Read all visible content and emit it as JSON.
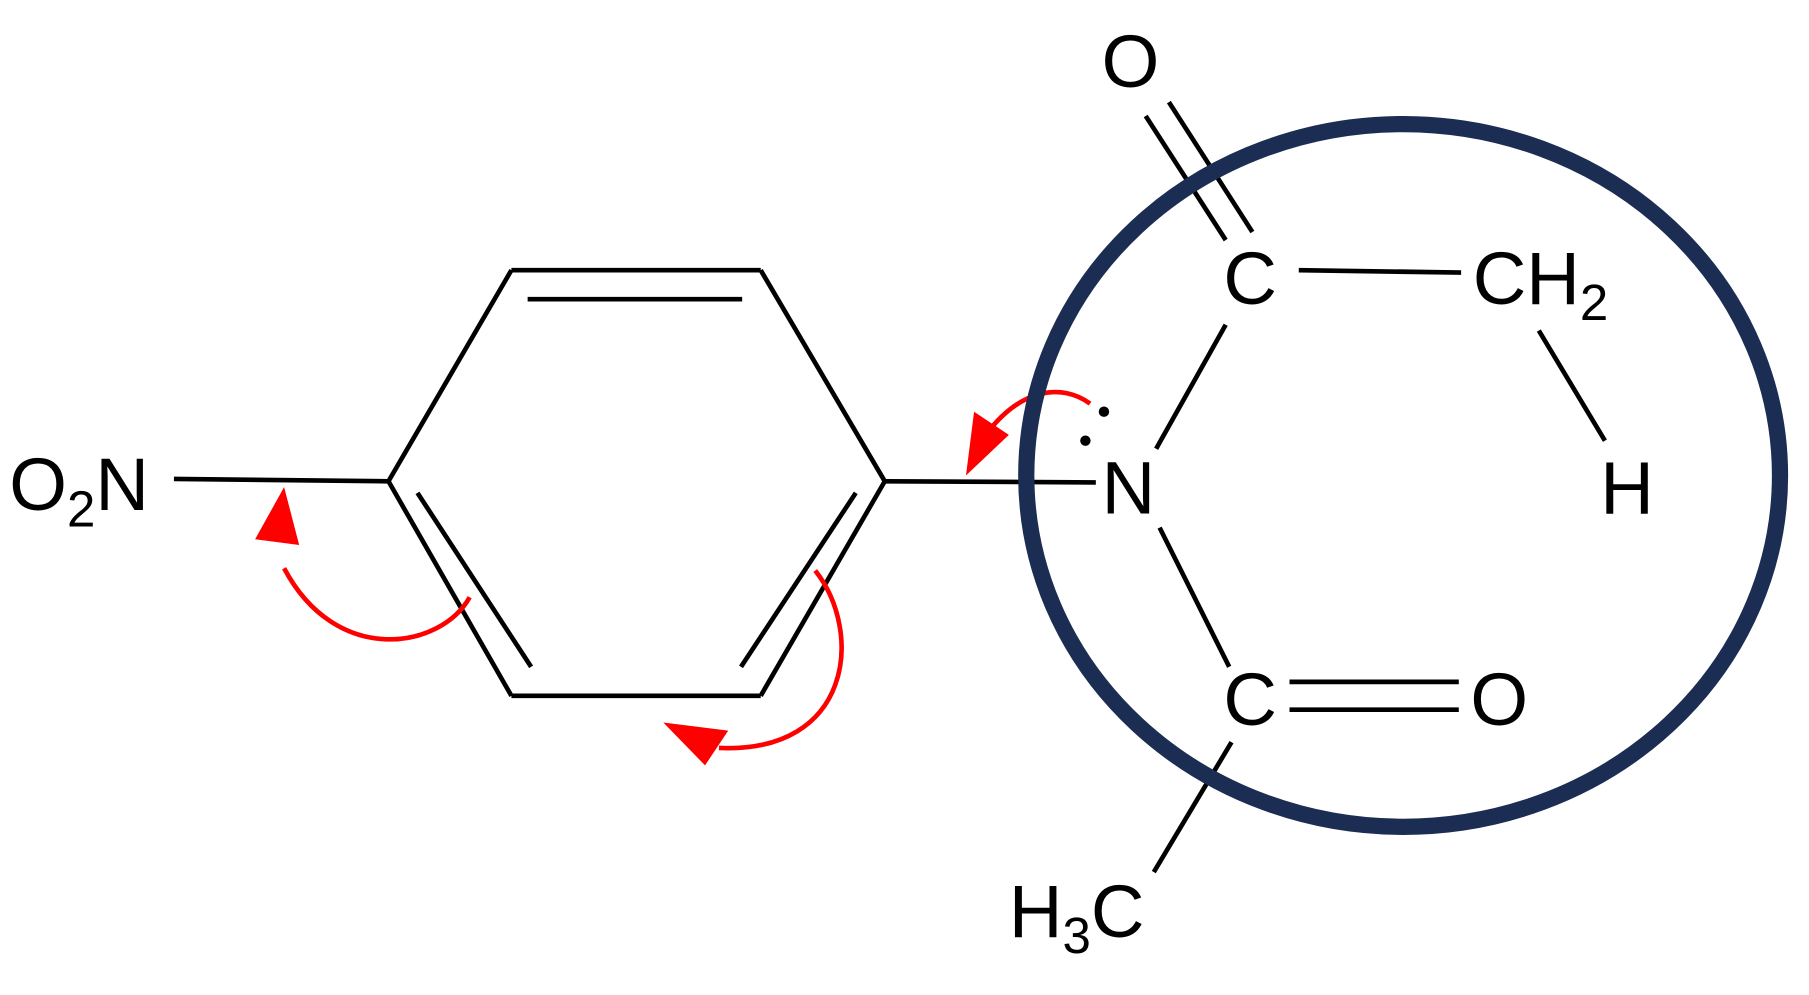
{
  "diagram": {
    "type": "reaction-mechanism",
    "colors": {
      "bond": "#000000",
      "arrow": "#ff0000",
      "highlight_ellipse": "#1b2d52",
      "background": "#ffffff"
    },
    "atoms": {
      "nitro": {
        "main": "O",
        "sub": "2",
        "tail": "N"
      },
      "amide_n": "N",
      "carbonyl_c_top": "C",
      "carbonyl_o_top": "O",
      "ch2": {
        "main": "CH",
        "sub": "2"
      },
      "h": "H",
      "carbonyl_c_bottom": "C",
      "carbonyl_o_right": "O",
      "methyl": {
        "pre": "H",
        "sub": "3",
        "post": "C"
      }
    },
    "lone_pair": "two dots on N",
    "arrows": [
      {
        "name": "lone-pair-to-ring-bond",
        "from": "N lone pair",
        "to": "C(ring)-N bond"
      },
      {
        "name": "ring-double-bond-shift-right",
        "from": "ring double bond (right)",
        "to": "ring bottom bond"
      },
      {
        "name": "ring-double-bond-shift-left",
        "from": "ring double bond (left)",
        "to": "C-NO2 bond"
      }
    ],
    "highlight": "ellipse around imide group N(C=O)CH2-H"
  }
}
